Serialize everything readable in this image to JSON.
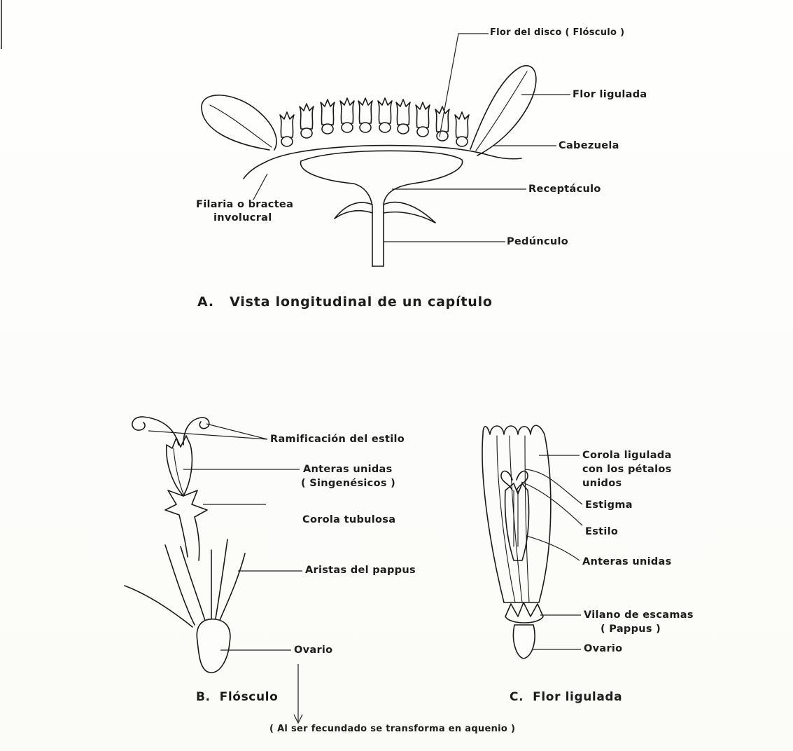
{
  "figure_a": {
    "labels": {
      "disco": "Flor del disco ( Flósculo )",
      "ligulada": "Flor ligulada",
      "cabezuela": "Cabezuela",
      "receptaculo": "Receptáculo",
      "filaria_1": "Filaria o bractea",
      "filaria_2": "involucral",
      "pedunculo": "Pedúnculo"
    },
    "caption": "A.   Vista longitudinal de un capítulo"
  },
  "figure_b": {
    "labels": {
      "ramificacion": "Ramificación del estilo",
      "anteras_1": "Anteras unidas",
      "anteras_2": "( Singenésicos )",
      "corola": "Corola tubulosa",
      "aristas": "Aristas del pappus",
      "ovario": "Ovario"
    },
    "caption": "B.  Flósculo"
  },
  "figure_c": {
    "labels": {
      "corola_1": "Corola ligulada",
      "corola_2": "con los pétalos",
      "corola_3": "unidos",
      "estigma": "Estigma",
      "estilo": "Estilo",
      "anteras": "Anteras unidas",
      "vilano_1": "Vilano de escamas",
      "vilano_2": "( Pappus )",
      "ovario": "Ovario"
    },
    "caption": "C.  Flor ligulada"
  },
  "footnote": "( Al ser fecundado se transforma en aquenio )"
}
